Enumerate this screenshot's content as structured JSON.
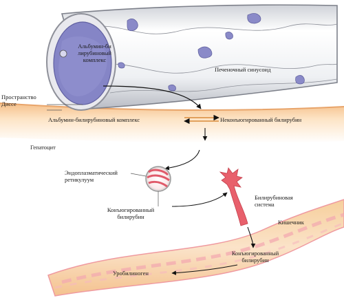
{
  "labels": {
    "albumin_complex_top": "Альбумин-би лирубиновый комплекс",
    "sinusoid": "Печеночный синусоид",
    "disse_space": "Пространство Диссе",
    "albumin_complex_bottom": "Альбумин-билирубиновый комплекс",
    "unconjugated": "Неконъюгированный билирубин",
    "hepatocyte": "Гепатоцит",
    "er": "Эндоплазматический ретикулуум",
    "conjugated_1": "Конъюгированный билирубин",
    "biliary_system": "Билирубиновая система",
    "intestine": "Кишечник",
    "conjugated_2": "Конъюгированный билирубин",
    "urobilinogen": "Уробилиноген"
  }
}
